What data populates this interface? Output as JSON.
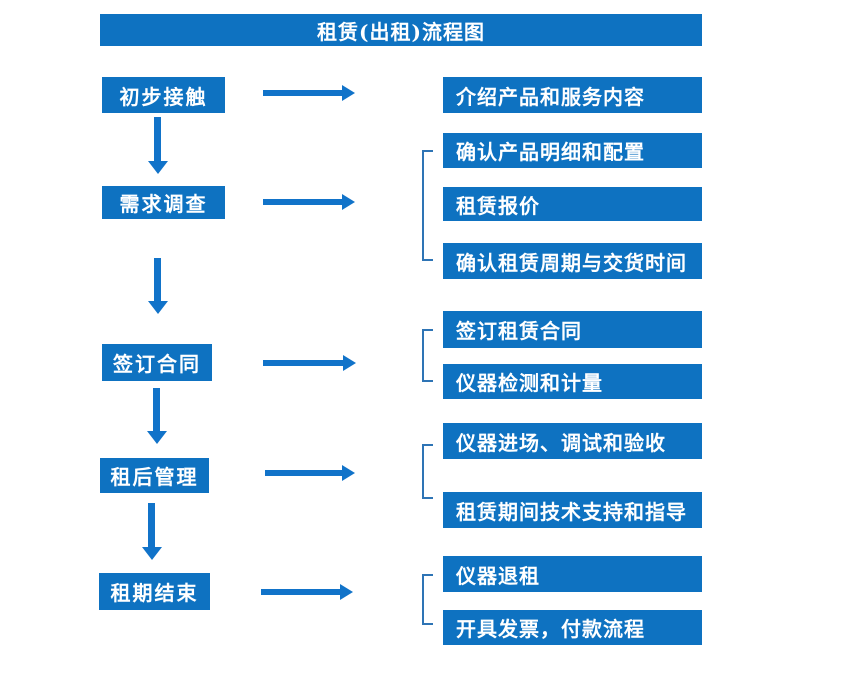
{
  "title": "租赁(出租)流程图",
  "colors": {
    "box_fill": "#0e72c1",
    "arrow": "#1173c9",
    "bracket": "#2e74b5",
    "text": "#ffffff",
    "background": "#ffffff"
  },
  "flow": {
    "steps": [
      {
        "label": "初步接触",
        "outputs": [
          "介绍产品和服务内容"
        ]
      },
      {
        "label": "需求调查",
        "outputs": [
          "确认产品明细和配置",
          "租赁报价",
          "确认租赁周期与交货时间"
        ]
      },
      {
        "label": "签订合同",
        "outputs": [
          "签订租赁合同",
          "仪器检测和计量"
        ]
      },
      {
        "label": "租后管理",
        "outputs": [
          "仪器进场、调试和验收",
          "租赁期间技术支持和指导"
        ]
      },
      {
        "label": "租期结束",
        "outputs": [
          "仪器退租",
          "开具发票，付款流程"
        ]
      }
    ]
  }
}
